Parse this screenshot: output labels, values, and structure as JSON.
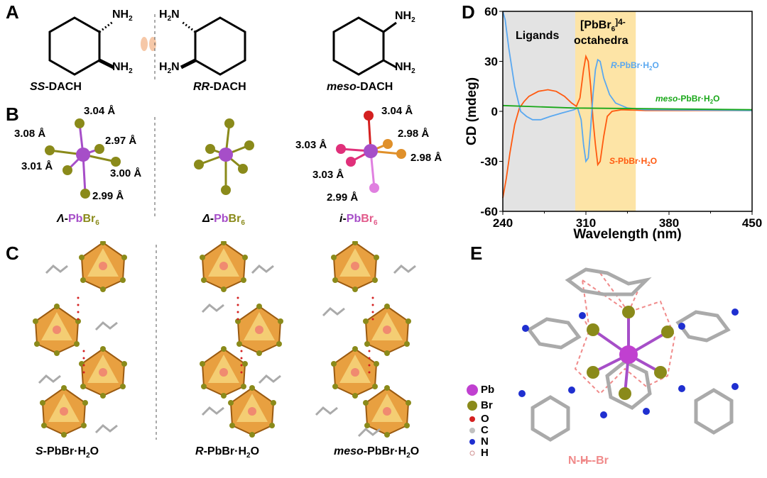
{
  "panels": {
    "a": "A",
    "b": "B",
    "c": "C",
    "d": "D",
    "e": "E"
  },
  "panel_a": {
    "nh2": "NH",
    "h2n": "H",
    "two": "2",
    "n": "N",
    "ss_prefix": "SS",
    "rr_prefix": "RR",
    "meso_prefix": "meso",
    "dach": "-DACH"
  },
  "panel_b": {
    "lambda_dists": [
      "3.04 Å",
      "3.08 Å",
      "2.97 Å",
      "3.01 Å",
      "3.00 Å",
      "2.99 Å"
    ],
    "i_dists": [
      "3.04 Å",
      "2.98 Å",
      "3.03 Å",
      "2.98 Å",
      "3.03 Å",
      "2.99 Å"
    ],
    "lambda": "Λ",
    "delta": "Δ",
    "i": "i",
    "dash": "-",
    "pb": "Pb",
    "br": "Br",
    "six": "6"
  },
  "panel_c": {
    "s": "S",
    "r": "R",
    "meso": "meso",
    "rest": "-PbBr·H",
    "two": "2",
    "o": "O"
  },
  "panel_e": {
    "legend": [
      "Pb",
      "Br",
      "O",
      "C",
      "N",
      "H"
    ],
    "hbond": "N-H--Br"
  },
  "colors": {
    "pb": "#a64ec8",
    "br": "#8a8a1a",
    "o": "#d42020",
    "c": "#c0c0c0",
    "n": "#1f2fd0",
    "h": "#f2c8c8",
    "s_series": "#ff5a10",
    "r_series": "#5aa8f0",
    "meso_series": "#1aa81a",
    "ligand_band": "#e3e3e3",
    "oct_band": "#fde4a6"
  },
  "chart_data": {
    "type": "line",
    "xlabel": "Wavelength (nm)",
    "ylabel": "CD (mdeg)",
    "xlim": [
      240,
      450
    ],
    "ylim": [
      -60,
      60
    ],
    "xticks": [
      240,
      310,
      380,
      450
    ],
    "yticks": [
      60,
      30,
      0,
      -30,
      -60
    ],
    "bands": [
      {
        "label": "Ligands",
        "range": [
          240,
          301
        ]
      },
      {
        "label": "[PbBr",
        "sub": "6",
        "sup": "]4-",
        "label2": "octahedra",
        "range": [
          301,
          352
        ]
      }
    ],
    "series": [
      {
        "name": "S-PbBr·H2O",
        "prefix": "S",
        "rest": "-PbBr·H",
        "sub": "2",
        "end": "O",
        "color": "#ff5a10",
        "x": [
          240,
          243,
          246,
          250,
          254,
          258,
          262,
          270,
          278,
          285,
          292,
          298,
          302,
          305,
          308,
          310,
          312,
          314,
          316,
          318,
          320,
          322,
          325,
          328,
          332,
          340,
          360,
          450
        ],
        "y": [
          -52,
          -40,
          -25,
          -8,
          2,
          6,
          9,
          12,
          13,
          12,
          9,
          5,
          3,
          8,
          25,
          33,
          30,
          15,
          -5,
          -20,
          -32,
          -30,
          -15,
          -3,
          0,
          1,
          0.5,
          0.5
        ]
      },
      {
        "name": "R-PbBr·H2O",
        "prefix": "R",
        "rest": "-PbBr·H",
        "sub": "2",
        "end": "O",
        "color": "#5aa8f0",
        "x": [
          240,
          242,
          245,
          250,
          255,
          260,
          265,
          272,
          280,
          290,
          300,
          303,
          306,
          308,
          310,
          312,
          314,
          316,
          318,
          320,
          322,
          325,
          330,
          335,
          345,
          360,
          450
        ],
        "y": [
          60,
          55,
          38,
          15,
          0,
          -3,
          -5,
          -5,
          -3,
          -1,
          1,
          2,
          -5,
          -20,
          -30,
          -28,
          -10,
          10,
          25,
          31,
          30,
          20,
          10,
          5,
          2,
          1,
          0.5
        ]
      },
      {
        "name": "meso-PbBr·H2O",
        "prefix": "meso",
        "rest": "-PbBr·H",
        "sub": "2",
        "end": "O",
        "color": "#1aa81a",
        "x": [
          240,
          300,
          450
        ],
        "y": [
          3.5,
          2,
          1
        ]
      }
    ]
  }
}
